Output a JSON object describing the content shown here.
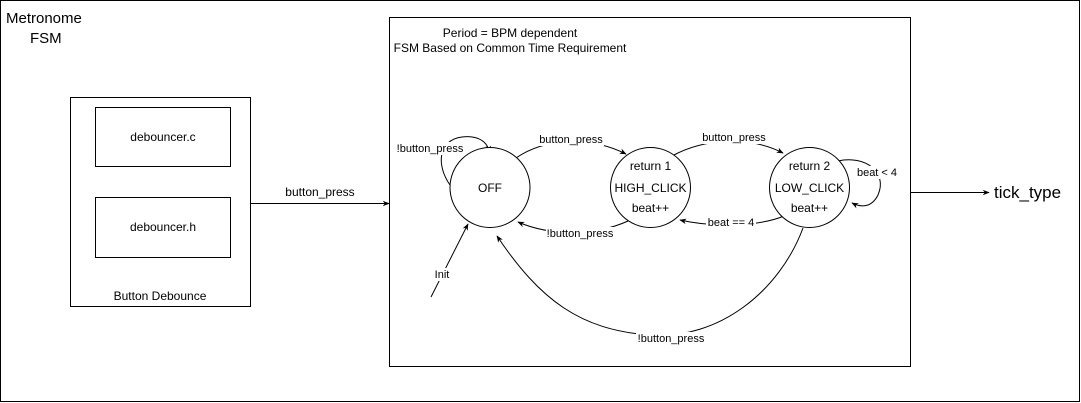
{
  "diagram": {
    "title_line1": "Metronome",
    "title_line2": "FSM",
    "debounce": {
      "label": "Button Debounce",
      "file_c": "debouncer.c",
      "file_h": "debouncer.h"
    },
    "input_signal": "button_press",
    "fsm_box": {
      "note_line1": "Period = BPM dependent",
      "note_line2": "FSM Based on Common Time Requirement"
    },
    "states": [
      {
        "id": "off",
        "lines": [
          "OFF"
        ]
      },
      {
        "id": "high",
        "lines": [
          "return 1",
          "HIGH_CLICK",
          "beat++"
        ]
      },
      {
        "id": "low",
        "lines": [
          "return 2",
          "LOW_CLICK",
          "beat++"
        ]
      }
    ],
    "transitions": {
      "off_self": "!button_press",
      "off_to_high": "button_press",
      "high_to_low": "button_press",
      "high_to_off": "!button_press",
      "low_to_high": "beat == 4",
      "low_self": "beat < 4",
      "low_to_off": "!button_press",
      "init": "Init"
    },
    "output_signal": "tick_type"
  }
}
